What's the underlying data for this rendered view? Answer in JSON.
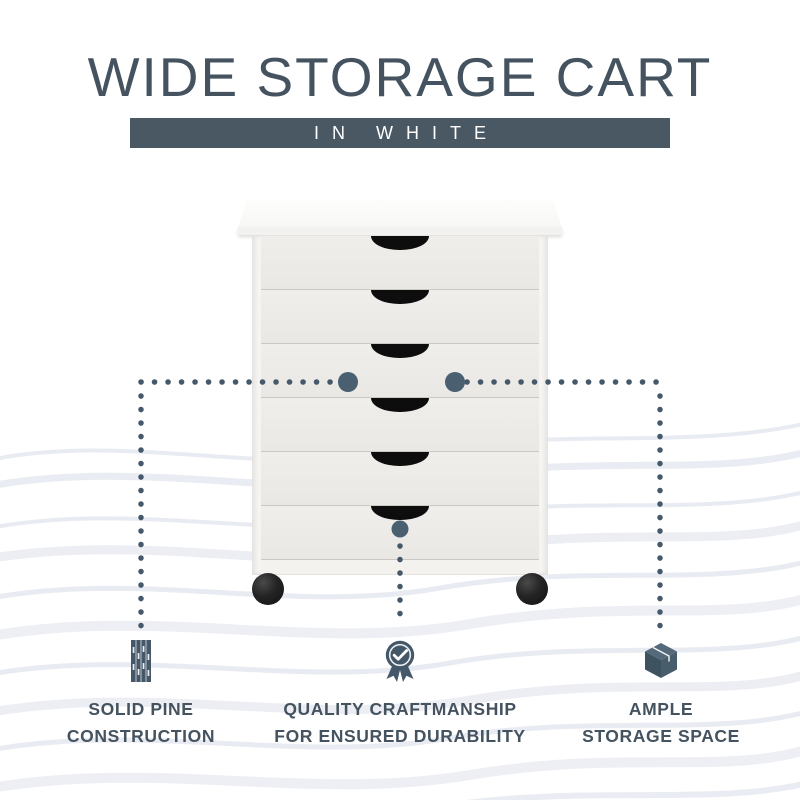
{
  "header": {
    "title": "WIDE STORAGE CART",
    "subtitle": "IN WHITE"
  },
  "product": {
    "type": "rolling storage cart",
    "finish": "white",
    "drawer_count": 6,
    "visible_caster_count": 2
  },
  "features": [
    {
      "icon": "pine-planks-icon",
      "line1": "SOLID PINE",
      "line2": "CONSTRUCTION"
    },
    {
      "icon": "award-check-icon",
      "line1": "QUALITY CRAFTMANSHIP",
      "line2": "FOR ENSURED DURABILITY"
    },
    {
      "icon": "shipping-box-icon",
      "line1": "AMPLE",
      "line2": "STORAGE SPACE"
    }
  ],
  "colors": {
    "title_text": "#44535f",
    "banner_background": "#4a5864",
    "banner_text": "#ffffff",
    "callout_dots": "#46596a",
    "feature_icon": "#44586a",
    "feature_text": "#44535f",
    "wave_stroke": "#e9ebf2",
    "drawer_front": "#ece9e6",
    "handle_cutout": "#0d0d0d",
    "caster": "#1a1a1a"
  }
}
